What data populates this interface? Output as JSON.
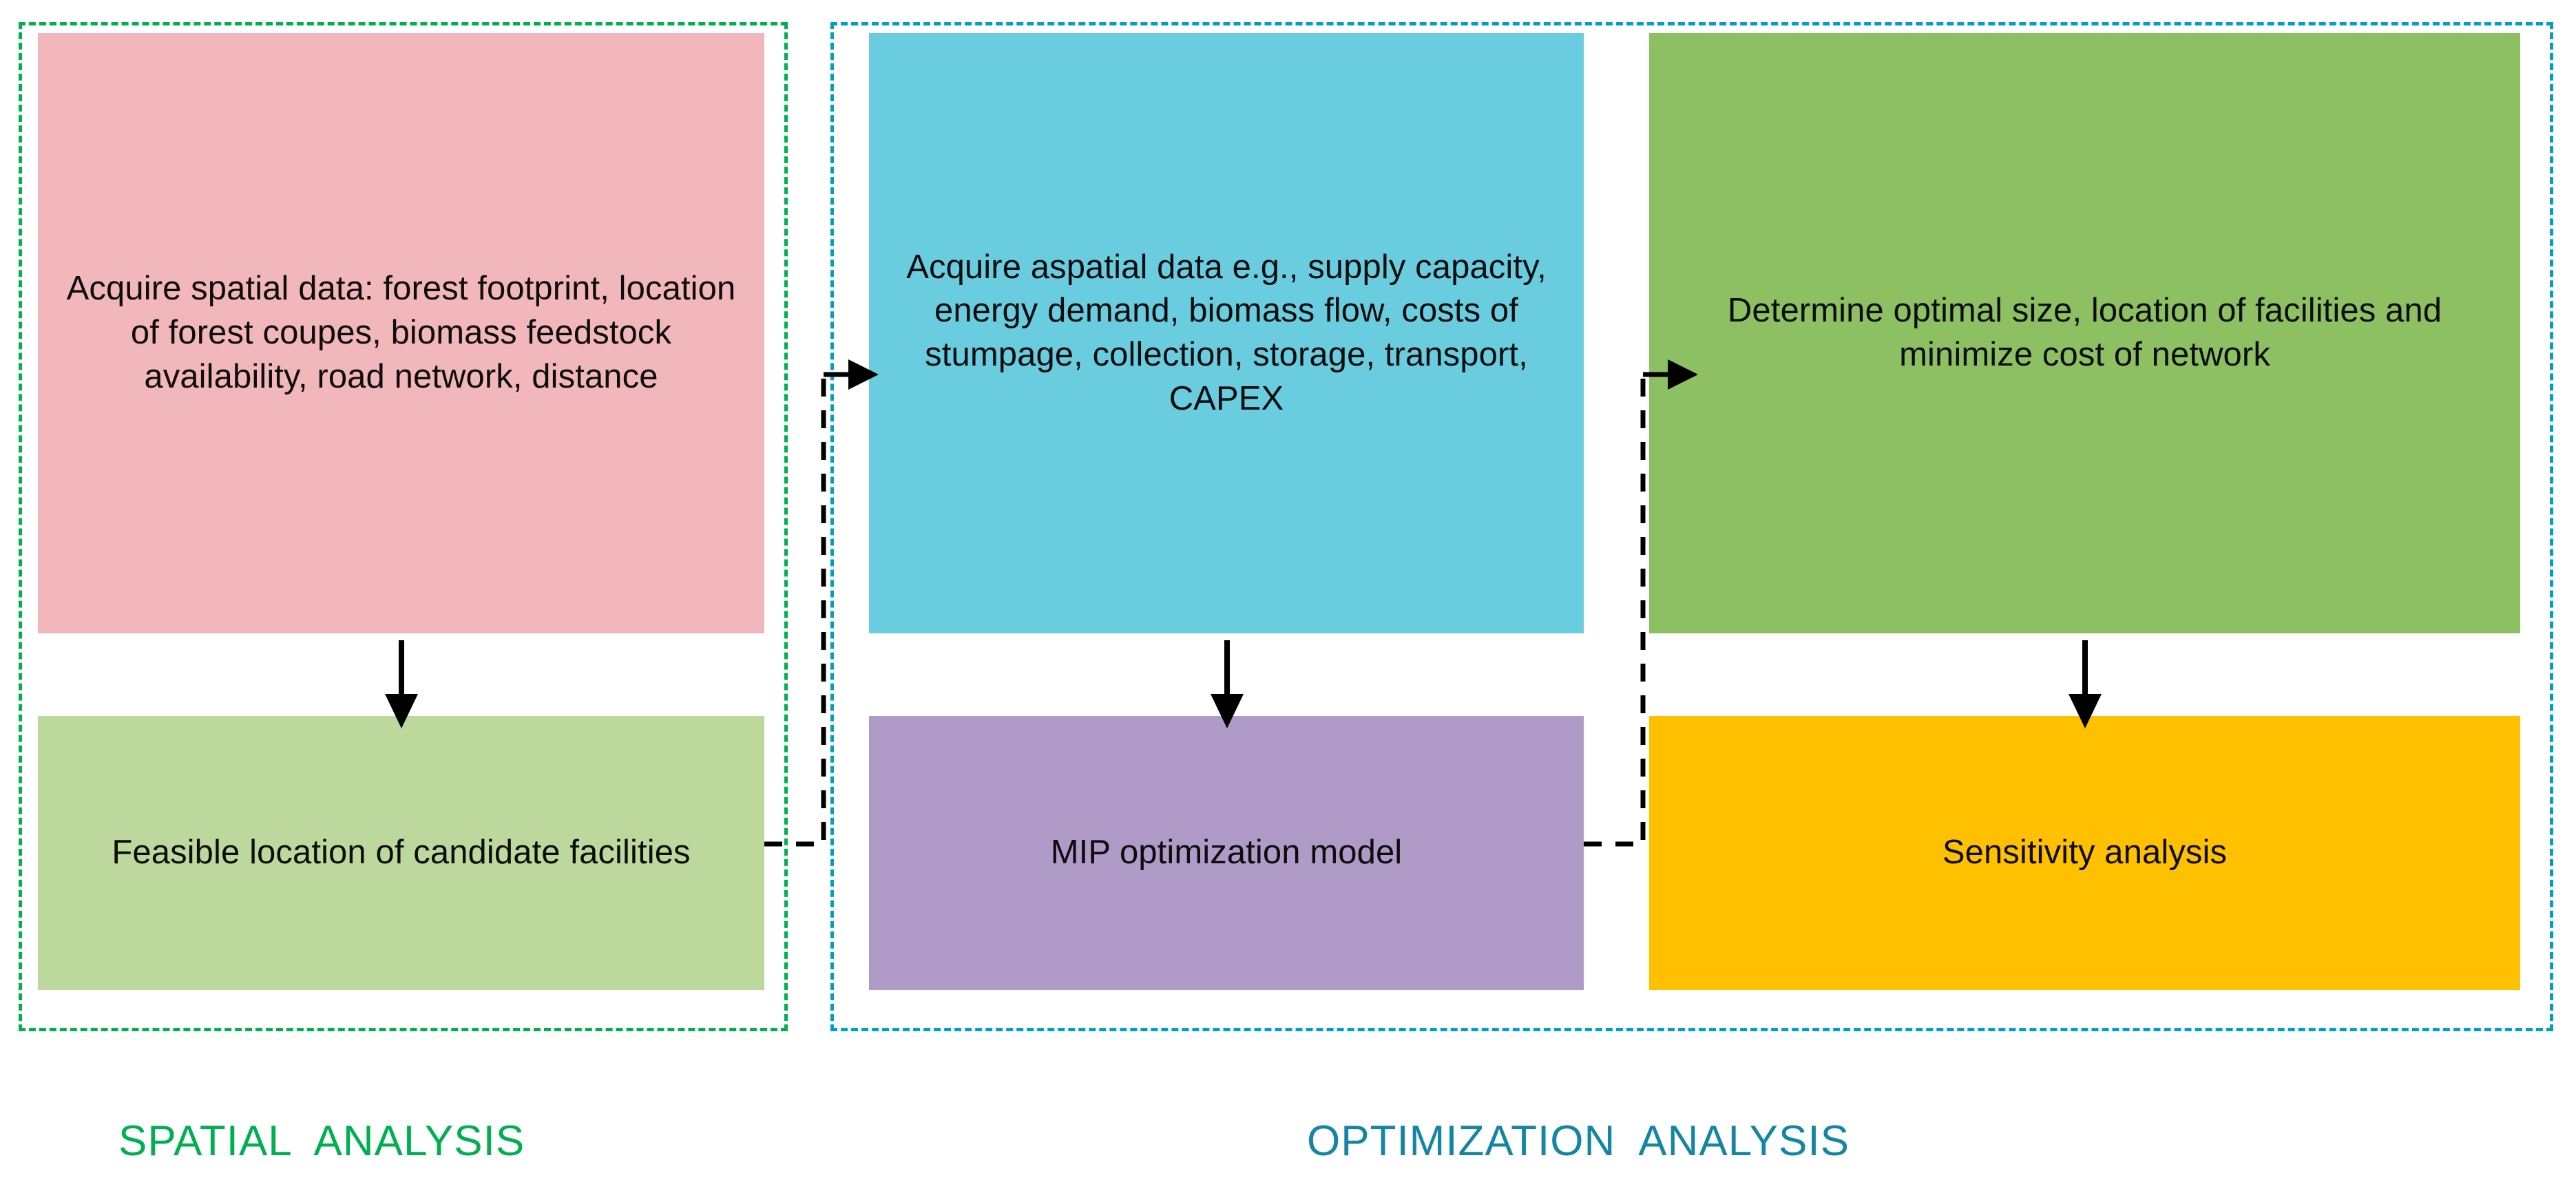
{
  "diagram": {
    "groups": [
      {
        "id": "spatial",
        "caption": "SPATIAL  ANALYSIS",
        "border_color": "#00B050",
        "caption_color": "#00B050"
      },
      {
        "id": "optimization",
        "caption": "OPTIMIZATION  ANALYSIS",
        "border_color": "#00A0C6",
        "caption_color": "#1386A5"
      }
    ],
    "boxes": [
      {
        "id": "acquire-spatial-data",
        "group": "spatial",
        "color": "#F2B7BA",
        "text": "Acquire spatial data: forest footprint, location of forest coupes, biomass feedstock availability, road network, distance"
      },
      {
        "id": "feasible-location",
        "group": "spatial",
        "color": "#BCD89D",
        "text": "Feasible location of candidate facilities"
      },
      {
        "id": "acquire-aspatial-data",
        "group": "optimization",
        "color": "#69CCDF",
        "text": "Acquire aspatial data\ne.g., supply capacity, energy demand, biomass flow, costs of stumpage, collection, storage, transport, CAPEX"
      },
      {
        "id": "mip-optimization-model",
        "group": "optimization",
        "color": "#B09AC8",
        "text": "MIP optimization model"
      },
      {
        "id": "determine-optimal",
        "group": "optimization",
        "color": "#8CC063",
        "text": "Determine optimal size, location of facilities and minimize cost of network"
      },
      {
        "id": "sensitivity-analysis",
        "group": "optimization",
        "color": "#FFC000",
        "text": "Sensitivity analysis"
      }
    ],
    "connectors": [
      {
        "id": "spatial-to-aspatial",
        "style": "dashed",
        "from": "feasible-location",
        "to": "acquire-aspatial-data",
        "color": "#000000"
      },
      {
        "id": "mip-to-determine",
        "style": "dashed",
        "from": "mip-optimization-model",
        "to": "determine-optimal",
        "color": "#000000"
      },
      {
        "id": "spatial-down",
        "style": "solid",
        "from": "acquire-spatial-data",
        "to": "feasible-location",
        "color": "#000000"
      },
      {
        "id": "aspatial-down",
        "style": "solid",
        "from": "acquire-aspatial-data",
        "to": "mip-optimization-model",
        "color": "#000000"
      },
      {
        "id": "optimal-down",
        "style": "solid",
        "from": "determine-optimal",
        "to": "sensitivity-analysis",
        "color": "#000000"
      }
    ]
  }
}
